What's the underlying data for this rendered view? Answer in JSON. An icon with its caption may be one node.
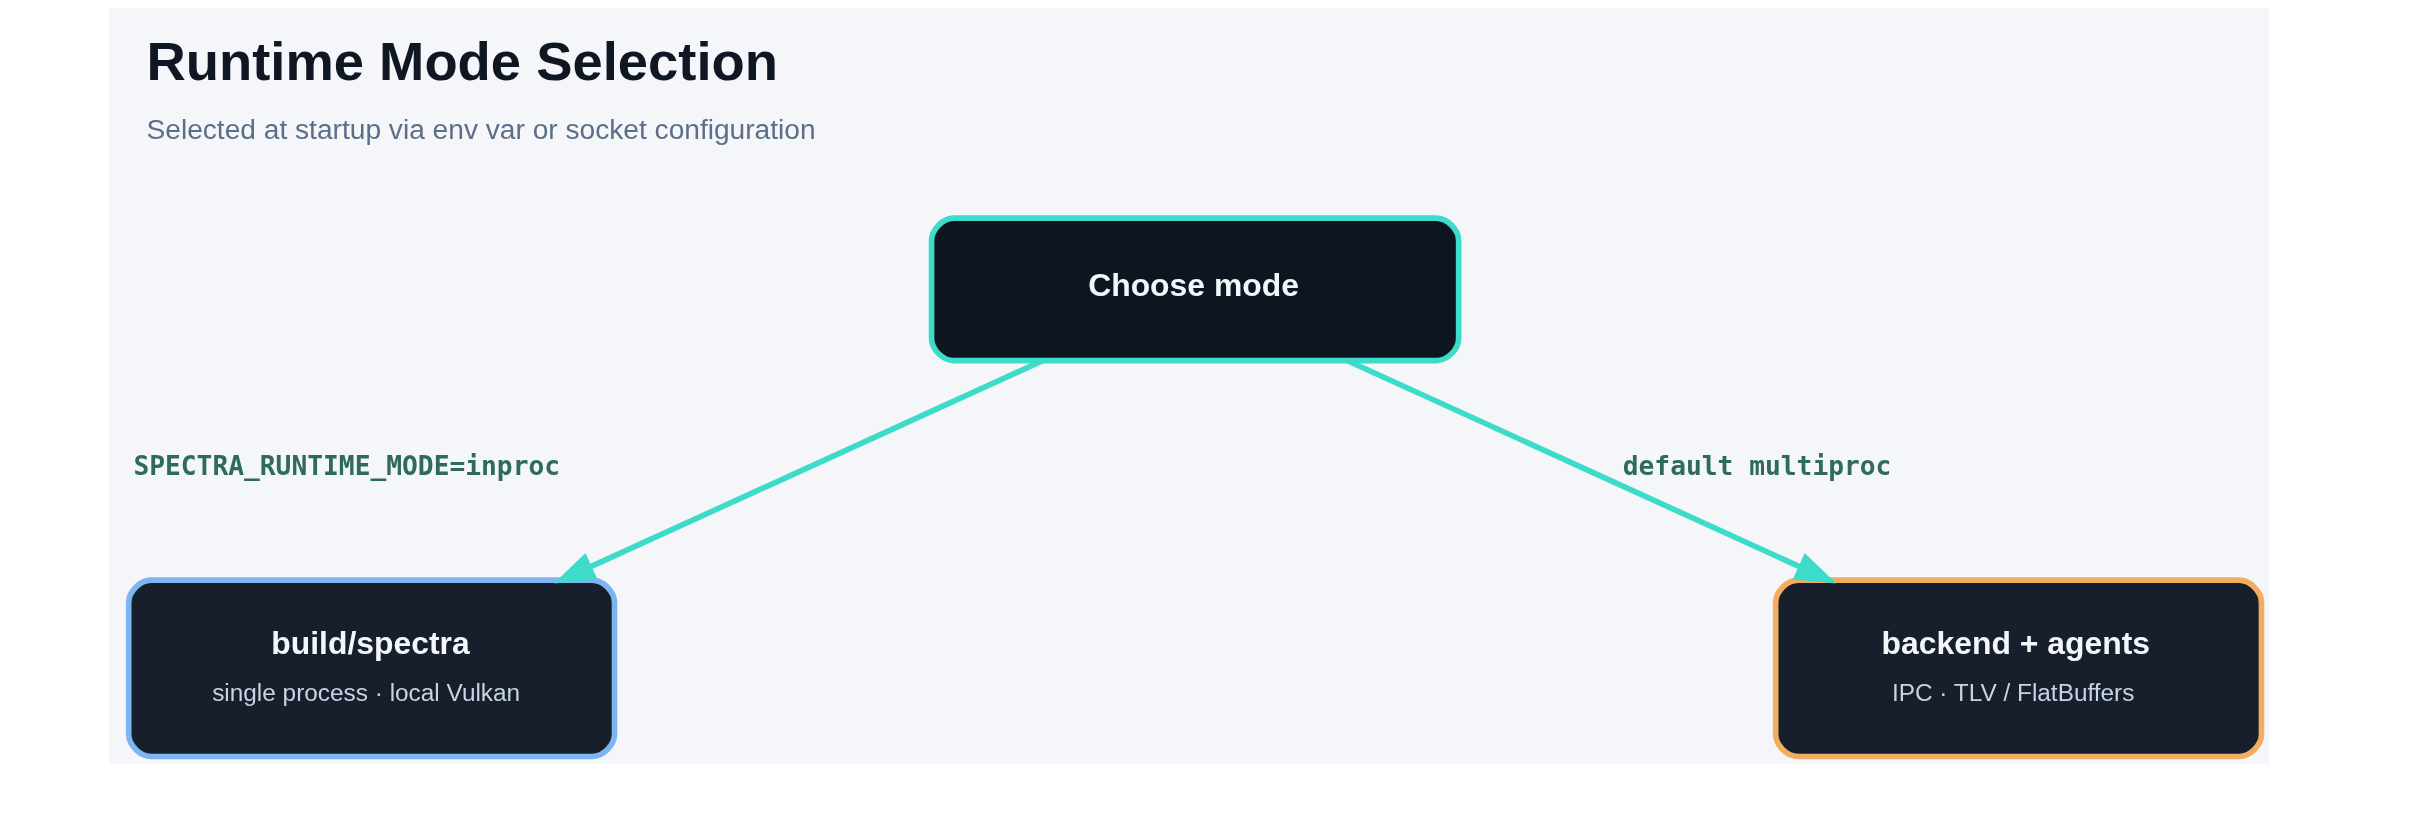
{
  "diagram": {
    "title": "Runtime Mode Selection",
    "caption": "Selected at startup via env var or socket configuration",
    "nodes": [
      {
        "text": [
          "Choose mode"
        ]
      },
      {
        "text": [
          "build/spectra",
          "single process · local Vulkan"
        ]
      },
      {
        "text": [
          "backend + agents",
          "IPC · TLV / FlatBuffers"
        ]
      }
    ],
    "edges": [
      {
        "from": 0,
        "to": 1,
        "arrow": "to",
        "label": "SPECTRA_RUNTIME_MODE=inproc"
      },
      {
        "from": 0,
        "to": 2,
        "arrow": "to",
        "label": "default multiproc"
      }
    ]
  }
}
